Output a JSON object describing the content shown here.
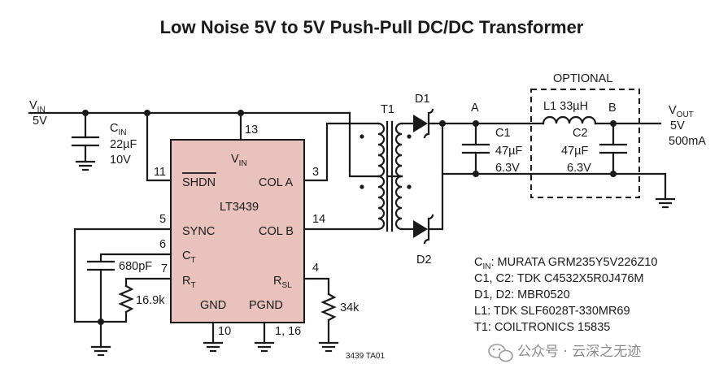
{
  "title": "Low Noise 5V to 5V Push-Pull DC/DC Transformer",
  "input": {
    "name": "V",
    "sub": "IN",
    "value": "5V"
  },
  "output": {
    "name": "V",
    "sub": "OUT",
    "value1": "5V",
    "value2": "500mA"
  },
  "cin": {
    "name": "C",
    "sub": "IN",
    "value1": "22µF",
    "value2": "10V"
  },
  "ic": {
    "name": "LT3439",
    "vin": {
      "name": "V",
      "sub": "IN"
    },
    "shdn": "SHDN",
    "cola": "COL A",
    "colb": "COL B",
    "sync": "SYNC",
    "ct": {
      "name": "C",
      "sub": "T"
    },
    "rt": {
      "name": "R",
      "sub": "T"
    },
    "rsl": {
      "name": "R",
      "sub": "SL"
    },
    "gnd": "GND",
    "pgnd": "PGND"
  },
  "pins": {
    "p13": "13",
    "p11": "11",
    "p3": "3",
    "p14": "14",
    "p5": "5",
    "p6": "6",
    "p7": "7",
    "p4": "4",
    "p10": "10",
    "p116": "1, 16"
  },
  "parts": {
    "ct_cap": "680pF",
    "rt_res": "16.9k",
    "rsl_res": "34k",
    "t1": "T1",
    "d1": "D1",
    "d2": "D2",
    "node_a": "A",
    "node_b": "B",
    "c1": {
      "name": "C1",
      "v1": "47µF",
      "v2": "6.3V"
    },
    "c2": {
      "name": "C2",
      "v1": "47µF",
      "v2": "6.3V"
    },
    "l1": "L1 33µH",
    "optional": "OPTIONAL"
  },
  "notes": {
    "cin": {
      "name": "C",
      "sub": "IN",
      "text": ": MURATA GRM235Y5V226Z10"
    },
    "c12": "C1, C2: TDK C4532X5R0J476M",
    "d12": "D1, D2: MBR0520",
    "l1": "L1: TDK SLF6028T-330MR69",
    "t1": "T1: COILTRONICS 15835"
  },
  "ref": "3439 TA01",
  "watermark": "公众号 · 云深之无迹",
  "colors": {
    "ic_fill": "#e9c2bd",
    "ink": "#1a1a1a",
    "watermark": "#8a8a8a"
  }
}
